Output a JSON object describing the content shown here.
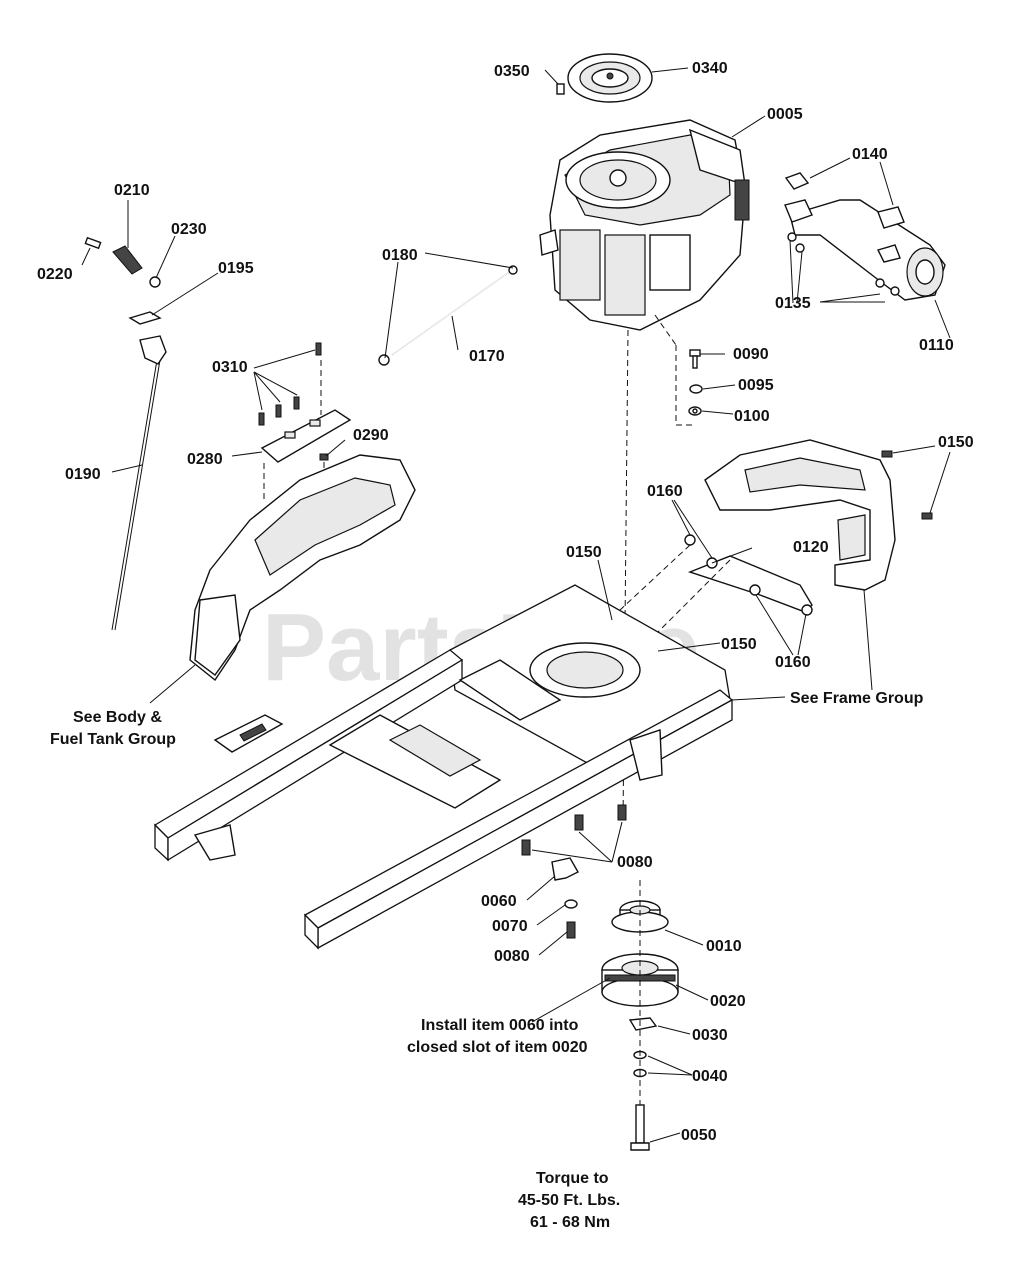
{
  "watermark": "PartsTree",
  "callouts": {
    "p0005": "0005",
    "p0010": "0010",
    "p0020": "0020",
    "p0030": "0030",
    "p0040": "0040",
    "p0050": "0050",
    "p0060": "0060",
    "p0070": "0070",
    "p0080a": "0080",
    "p0080b": "0080",
    "p0090": "0090",
    "p0095": "0095",
    "p0100": "0100",
    "p0110": "0110",
    "p0120": "0120",
    "p0135": "0135",
    "p0140": "0140",
    "p0150a": "0150",
    "p0150b": "0150",
    "p0150c": "0150",
    "p0160a": "0160",
    "p0160b": "0160",
    "p0170": "0170",
    "p0180": "0180",
    "p0190": "0190",
    "p0195": "0195",
    "p0210": "0210",
    "p0220": "0220",
    "p0230": "0230",
    "p0280": "0280",
    "p0290": "0290",
    "p0310": "0310",
    "p0340": "0340",
    "p0350": "0350"
  },
  "notes": {
    "body_group_line1": "See Body &",
    "body_group_line2": "Fuel Tank Group",
    "frame_group": "See Frame Group",
    "install_line1": "Install item 0060 into",
    "install_line2": "closed slot of item 0020",
    "torque_line1": "Torque to",
    "torque_line2": "45-50 Ft. Lbs.",
    "torque_line3": "61 - 68 Nm"
  }
}
